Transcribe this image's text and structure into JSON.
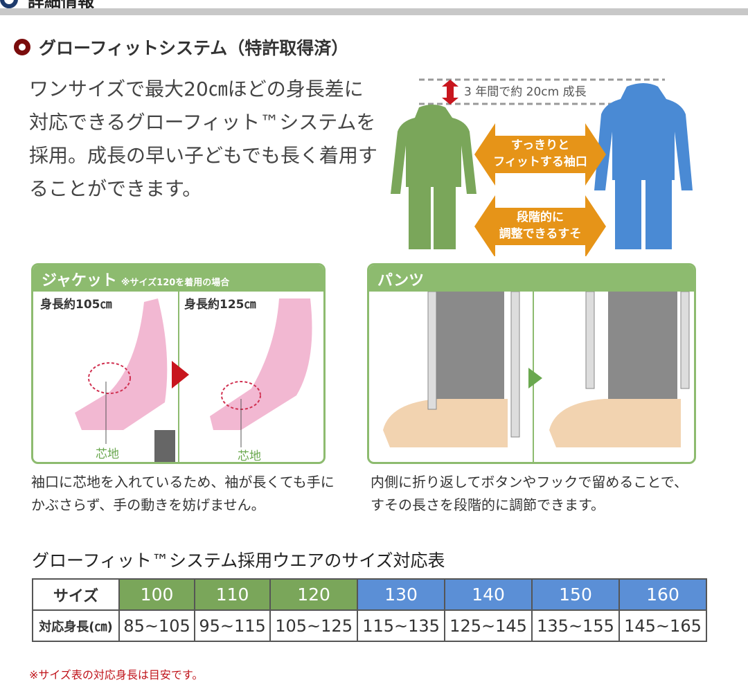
{
  "section_header": "詳細情報",
  "title": "グローフィットシステム（特許取得済）",
  "intro": "ワンサイズで最大20㎝ほどの身長差に対応できるグローフィット™システムを採用。成長の早い子どもでも長く着用することができます。",
  "figure": {
    "growth_label": "3 年間で約 20cm 成長",
    "arrow1": [
      "すっきりと",
      "フィットする袖口"
    ],
    "arrow2": [
      "段階的に",
      "調整できるすそ"
    ],
    "colors": {
      "small": "#7aa65a",
      "large": "#4a8ad4",
      "arrow": "#e69418"
    }
  },
  "jacket": {
    "title": "ジャケット",
    "note": "※サイズ120を着用の場合",
    "left_label": "身長約105㎝",
    "right_label": "身長約125㎝",
    "material_label": "芯地",
    "caption": "袖口に芯地を入れているため、袖が長くても手にかぶさらず、手の動きを妨げません。"
  },
  "pants": {
    "title": "パンツ",
    "caption": "内側に折り返してボタンやフックで留めることで、すその長さを段階的に調節できます。"
  },
  "size_table": {
    "title": "グローフィット™システム採用ウエアのサイズ対応表",
    "row_headers": [
      "サイズ",
      "対応身長(㎝)"
    ],
    "sizes": [
      "100",
      "110",
      "120",
      "130",
      "140",
      "150",
      "160"
    ],
    "heights": [
      "85~105",
      "95~115",
      "105~125",
      "115~135",
      "125~145",
      "135~155",
      "145~165"
    ],
    "colors": {
      "green": "#7aa65a",
      "blue": "#5b8fd6"
    }
  },
  "note": "※サイズ表の対応身長は目安です。"
}
